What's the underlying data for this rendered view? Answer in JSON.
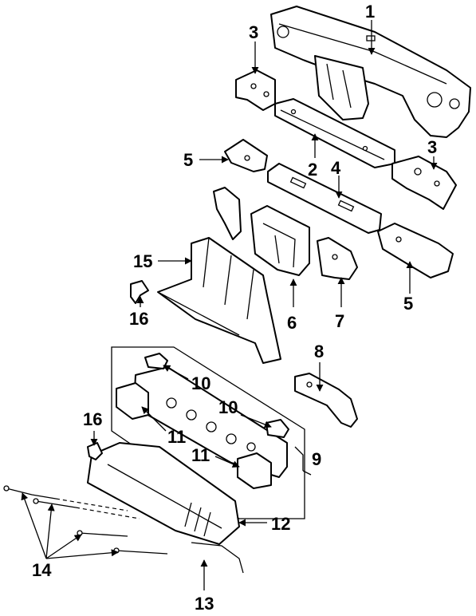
{
  "callouts": {
    "c1": "1",
    "c2": "2",
    "c3a": "3",
    "c3b": "3",
    "c4": "4",
    "c5a": "5",
    "c5b": "5",
    "c6": "6",
    "c7": "7",
    "c8": "8",
    "c9": "9",
    "c10a": "10",
    "c10b": "10",
    "c11a": "11",
    "c11b": "11",
    "c12": "12",
    "c13": "13",
    "c14": "14",
    "c15": "15",
    "c16a": "16",
    "c16b": "16"
  }
}
